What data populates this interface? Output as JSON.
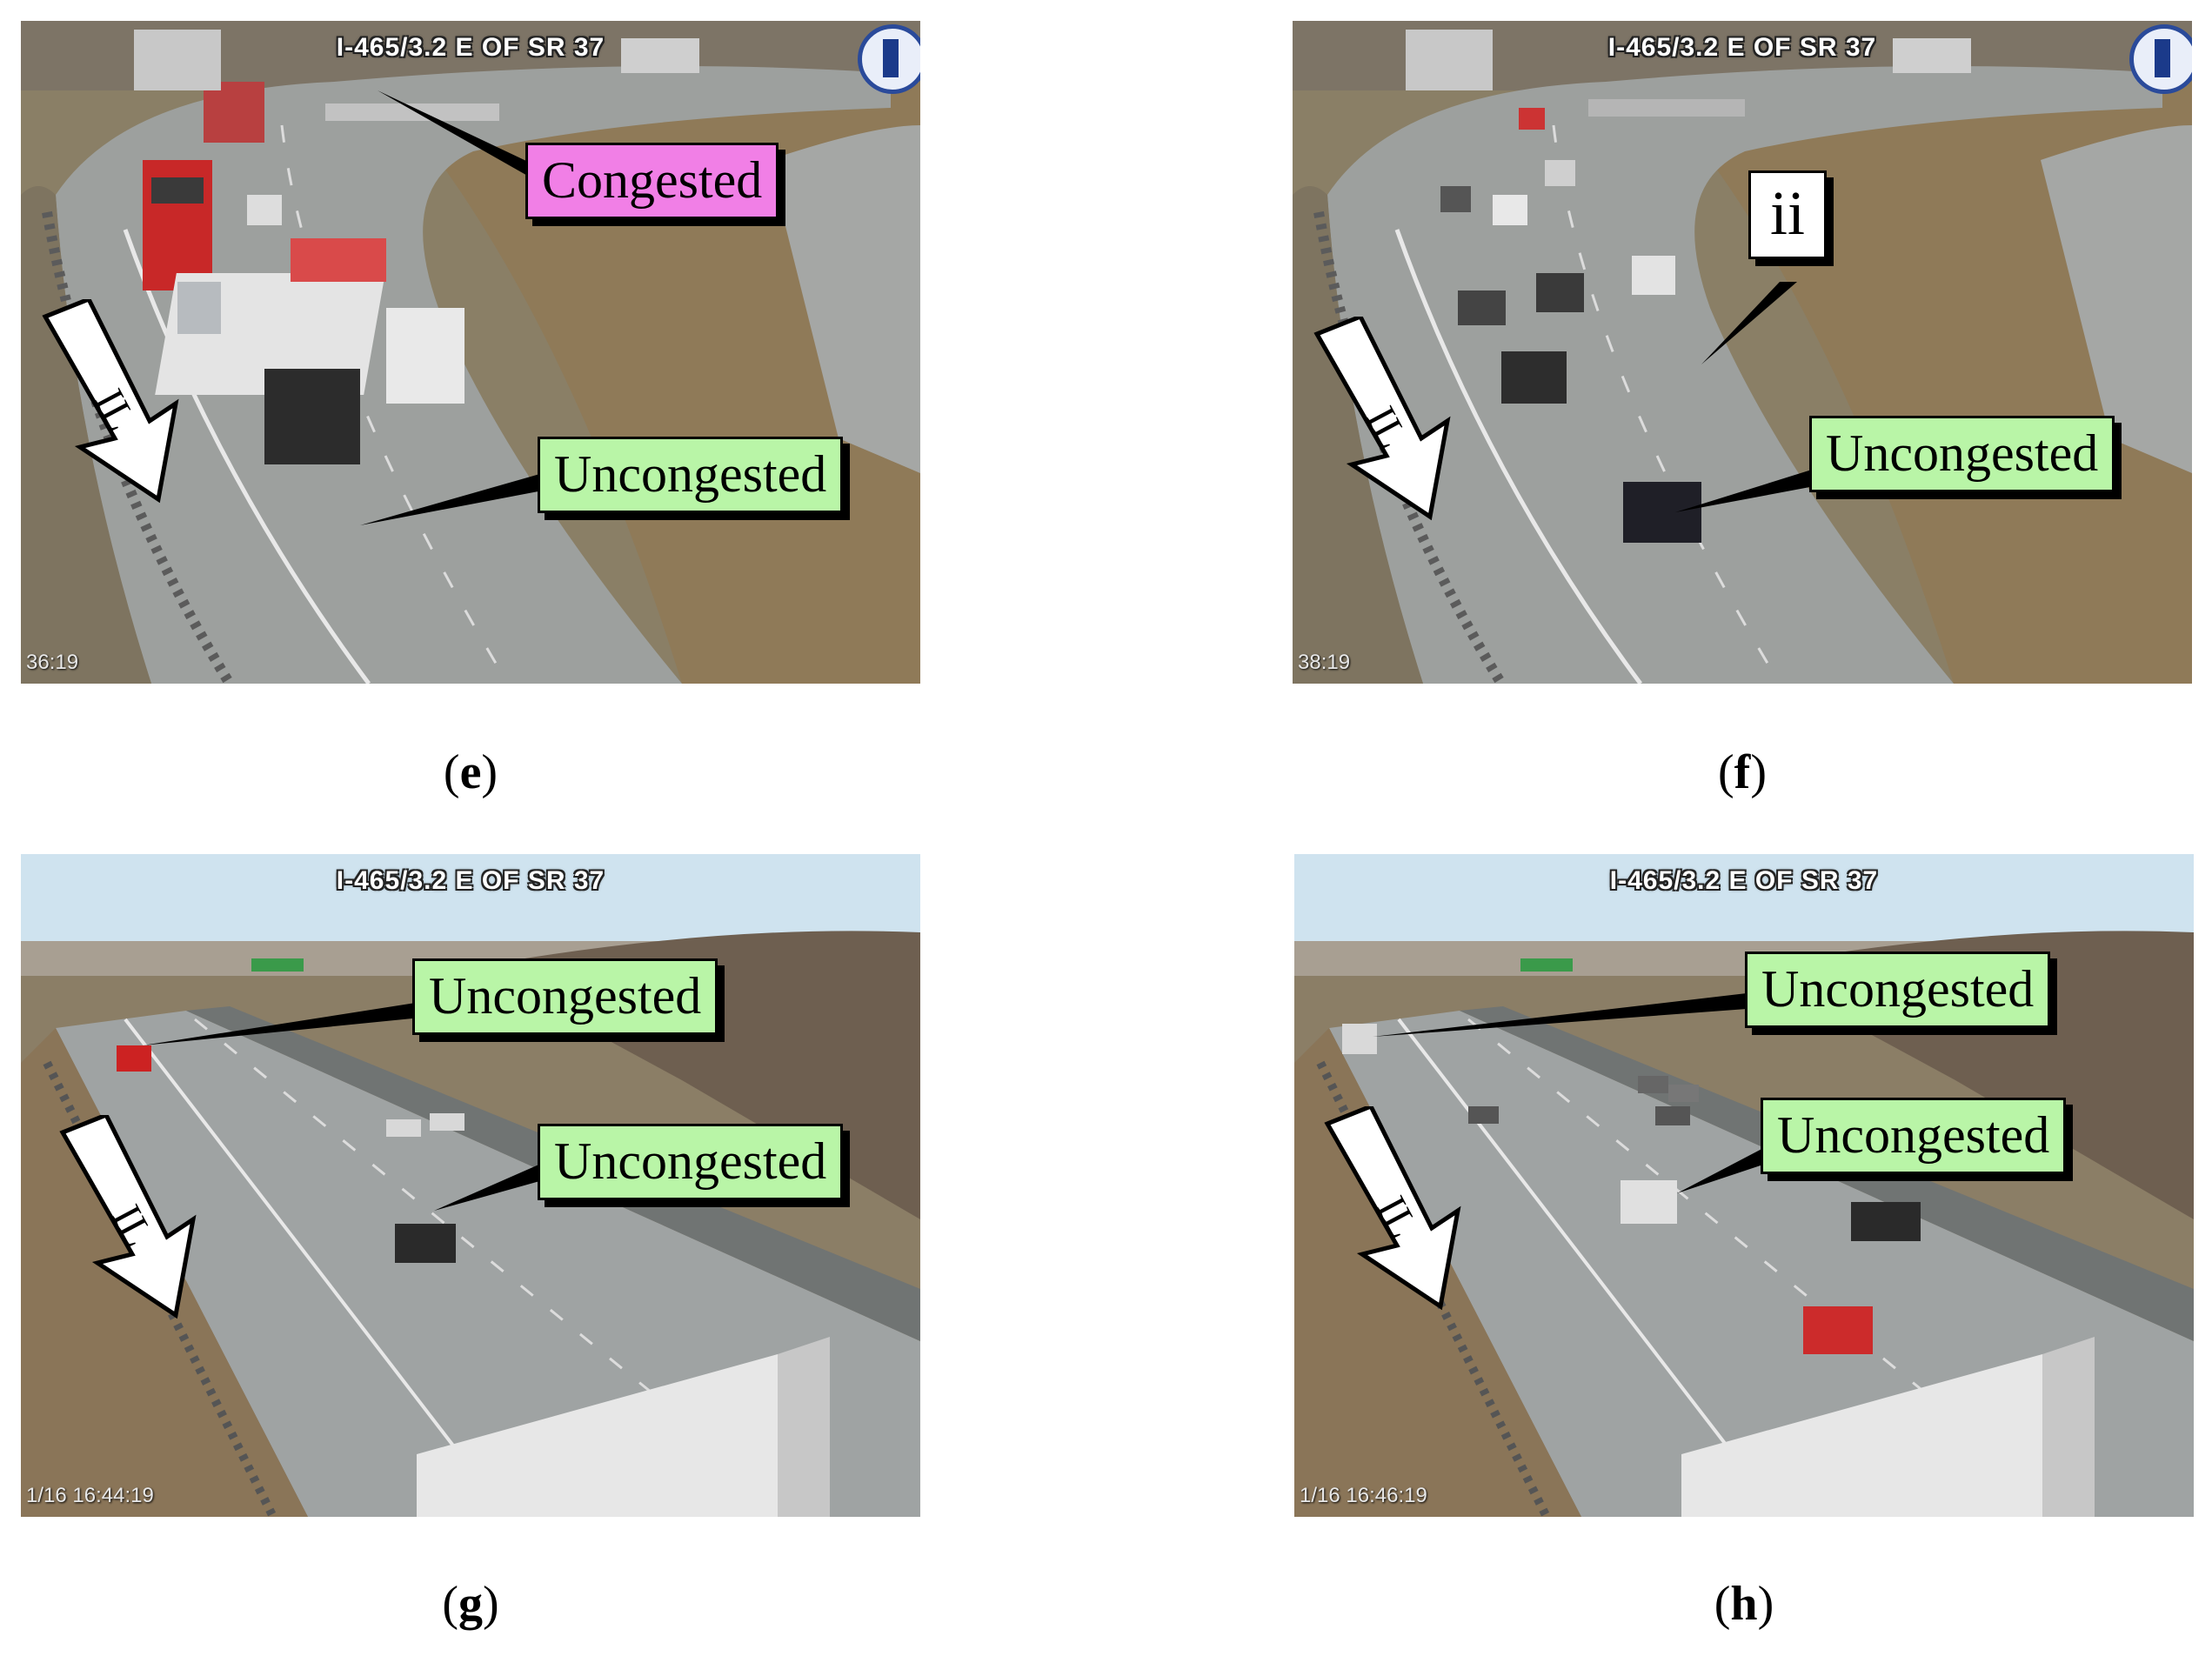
{
  "panels": [
    {
      "id": "e",
      "camera_title": "I-465/3.2 E OF SR 37",
      "timestamp": "36:19",
      "lane_label": "IL",
      "labels": [
        {
          "text": "Congested",
          "style": "pink"
        },
        {
          "text": "Uncongested",
          "style": "green"
        }
      ],
      "caption_letter": "e"
    },
    {
      "id": "f",
      "camera_title": "I-465/3.2 E OF SR 37",
      "timestamp": "38:19",
      "lane_label": "IL",
      "labels": [
        {
          "text": "ii",
          "style": "white"
        },
        {
          "text": "Uncongested",
          "style": "green"
        }
      ],
      "caption_letter": "f"
    },
    {
      "id": "g",
      "camera_title": "I-465/3.2 E OF SR 37",
      "timestamp": "1/16 16:44:19",
      "lane_label": "IL",
      "labels": [
        {
          "text": "Uncongested",
          "style": "green"
        },
        {
          "text": "Uncongested",
          "style": "green"
        }
      ],
      "caption_letter": "g"
    },
    {
      "id": "h",
      "camera_title": "I-465/3.2 E OF SR 37",
      "timestamp": "1/16 16:46:19",
      "lane_label": "IL",
      "labels": [
        {
          "text": "Uncongested",
          "style": "green"
        },
        {
          "text": "Uncongested",
          "style": "green"
        }
      ],
      "caption_letter": "h"
    }
  ],
  "colors": {
    "uncongested_label": "#b9f5a7",
    "congested_label": "#f17fe6",
    "road": "#9b9e9c",
    "grass": "#8a7a5e",
    "sky": "#cfe3ef"
  }
}
